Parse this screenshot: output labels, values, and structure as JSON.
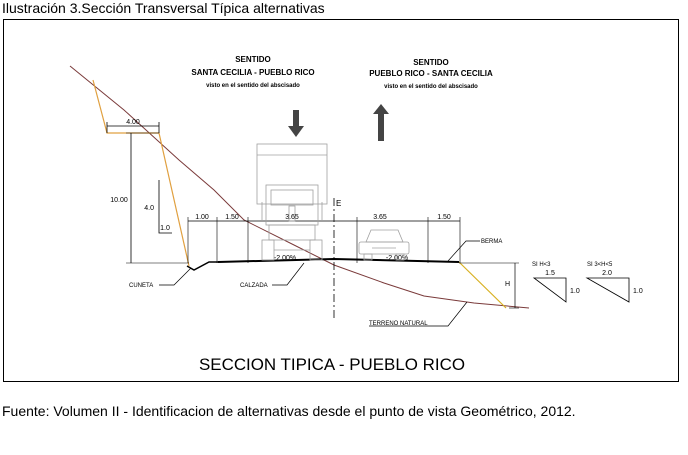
{
  "caption": "Ilustración 3.Sección Transversal Típica alternativas",
  "direction_left": {
    "heading": "SENTIDO",
    "route": "SANTA CECILIA - PUEBLO RICO",
    "note": "visto en el sentido del abscisado"
  },
  "direction_right": {
    "heading": "SENTIDO",
    "route": "PUEBLO RICO - SANTA CECILIA",
    "note": "visto en el sentido del abscisado"
  },
  "dimensions": {
    "top_width": "4.00",
    "height": "10.00",
    "slope_v": "4.0",
    "slope_h": "1.0",
    "cuneta_width": "1.00",
    "left_berm": "1.50",
    "left_lane": "3.65",
    "right_lane": "3.65",
    "right_berm": "1.50",
    "left_cross_slope": "-2.00%",
    "right_cross_slope": "-2.00%",
    "centerline": "E"
  },
  "labels": {
    "berma": "BERMA",
    "cuneta": "CUNETA",
    "calzada": "CALZADA",
    "terreno": "TERRENO NATURAL",
    "h_mark": "H"
  },
  "slope_tables": [
    {
      "condition": "SI H<3",
      "horizontal": "1.5",
      "vertical": "1.0"
    },
    {
      "condition": "SI 3<H<5",
      "horizontal": "2.0",
      "vertical": "1.0"
    }
  ],
  "drawing_title": "SECCION TIPICA - PUEBLO RICO",
  "source": "Fuente: Volumen II - Identificacion de alternativas desde el punto de vista Geométrico, 2012.",
  "colors": {
    "cut_slope": "#e0a040",
    "fill_slope": "#d8b020",
    "terrain": "#7a3a3a",
    "vehicle": "#a0a0a0",
    "line": "#000000"
  }
}
